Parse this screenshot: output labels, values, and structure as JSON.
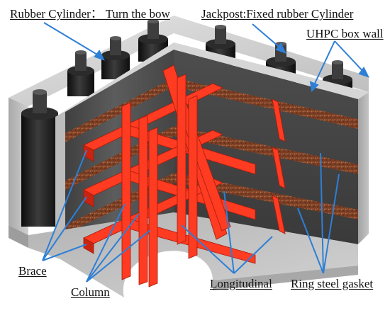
{
  "labels": {
    "rubber_cylinder": "Rubber Cylinder： Turn the bow",
    "jackpost": "Jackpost:Fixed rubber Cylinder",
    "uhpc_wall": "UHPC box wall",
    "brace": "Brace",
    "column": "Column",
    "longitudinal": "Longitudinal",
    "ring_gasket": "Ring steel gasket"
  },
  "colors": {
    "concrete": "#b9b9b9",
    "concrete_dark": "#4a4a4a",
    "steel_frame": "#ff3b22",
    "gasket": "#8a4a2c",
    "rubber": "#1c1c1c",
    "leader": "#2e7fd6"
  }
}
